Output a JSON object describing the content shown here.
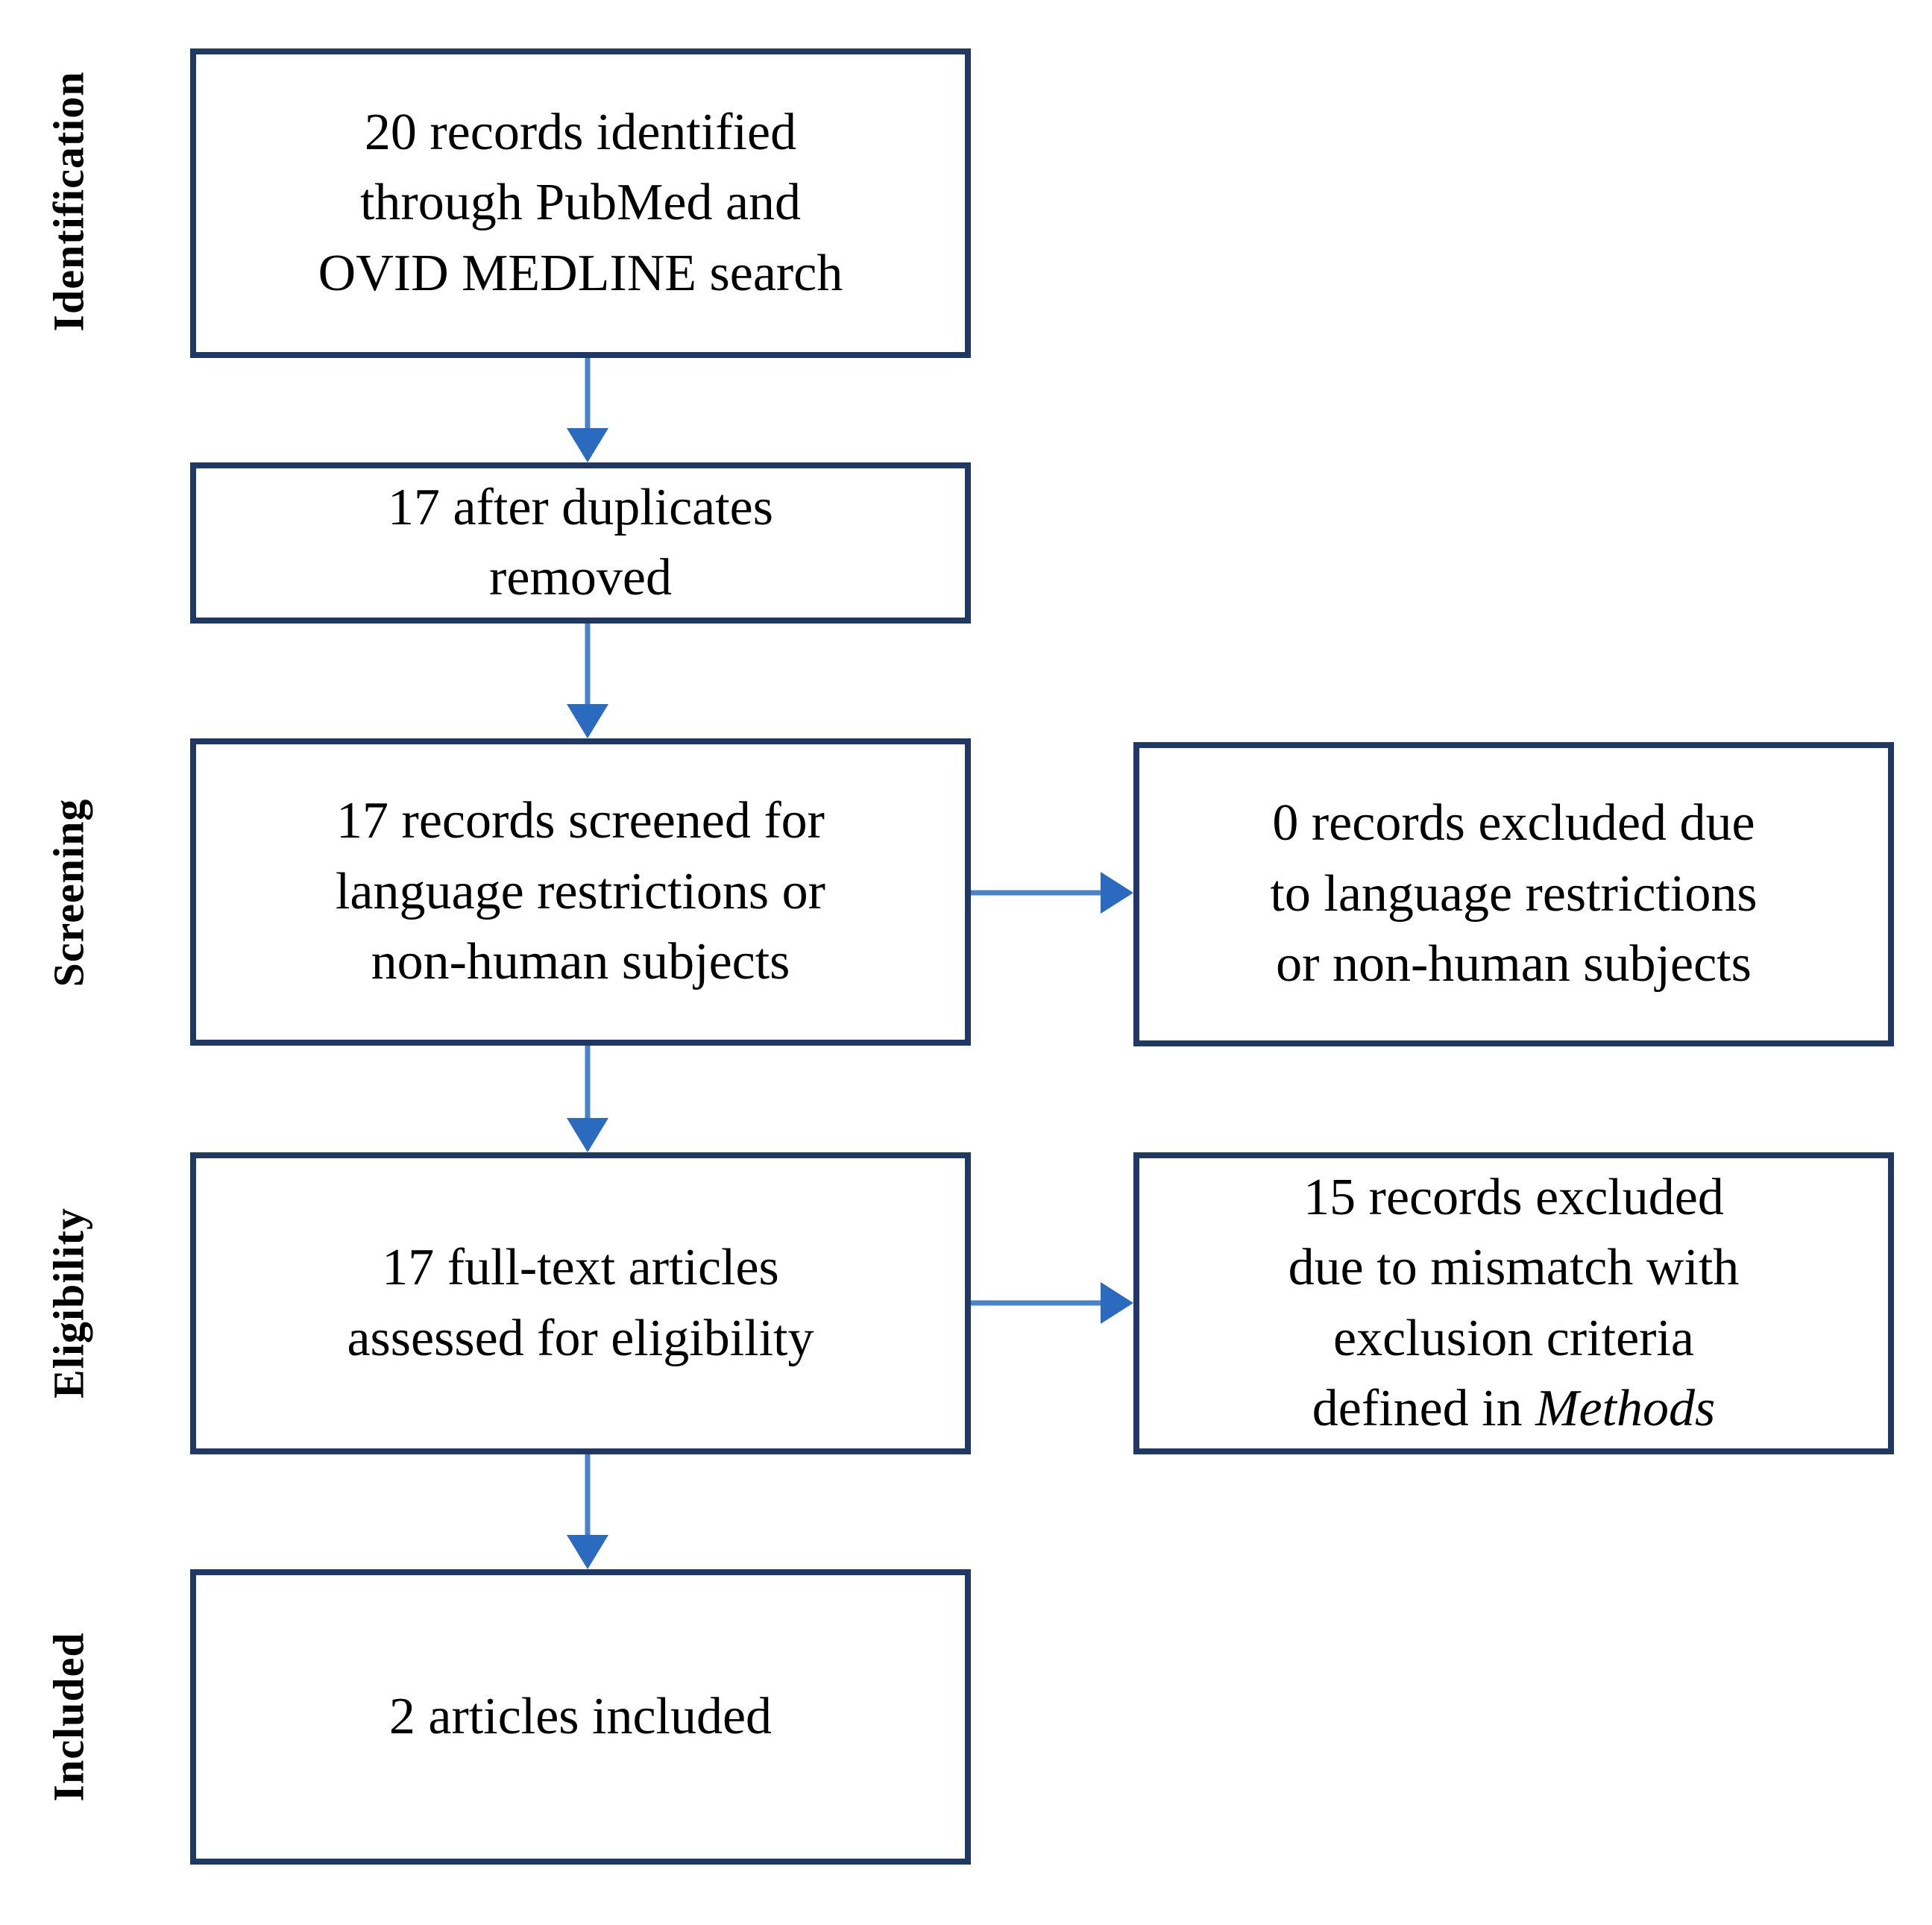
{
  "stage_labels": {
    "identification": "Identification",
    "screening": "Screening",
    "eligibility": "Eligibility",
    "included": "Included"
  },
  "boxes": {
    "identified": {
      "lines": [
        "20 records identified",
        "through PubMed and",
        "OVID MEDLINE search"
      ]
    },
    "deduplicated": {
      "lines": [
        "17 after duplicates",
        "removed"
      ]
    },
    "screened": {
      "lines": [
        "17 records screened for",
        "language restrictions or",
        "non-human subjects"
      ]
    },
    "screening_excluded": {
      "lines": [
        "0 records excluded due",
        "to language restrictions",
        "or non-human subjects"
      ]
    },
    "full_text": {
      "lines": [
        "17 full-text articles",
        "assessed for eligibility"
      ]
    },
    "full_text_excluded": {
      "lines": [
        "15 records excluded",
        "due to mismatch with",
        "exclusion criteria"
      ],
      "last_line": {
        "prefix": "defined in ",
        "italic": "Methods"
      }
    },
    "included": {
      "lines": [
        "2 articles included"
      ]
    }
  },
  "colors": {
    "box_border": "#1f3864",
    "arrow_stem": "#4a82c8",
    "arrow_head": "#2a6bbf",
    "text": "#000000",
    "background": "#ffffff"
  }
}
